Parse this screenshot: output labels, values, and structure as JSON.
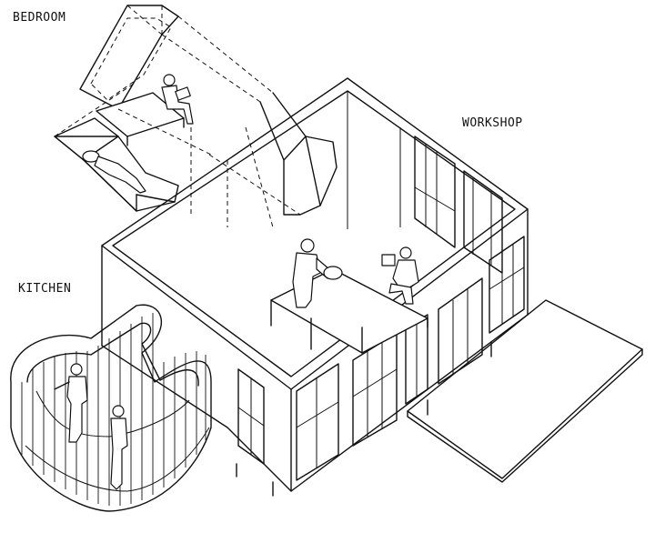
{
  "labels": {
    "bedroom": "BEDROOM",
    "workshop": "WORKSHOP",
    "kitchen": "KITCHEN"
  }
}
